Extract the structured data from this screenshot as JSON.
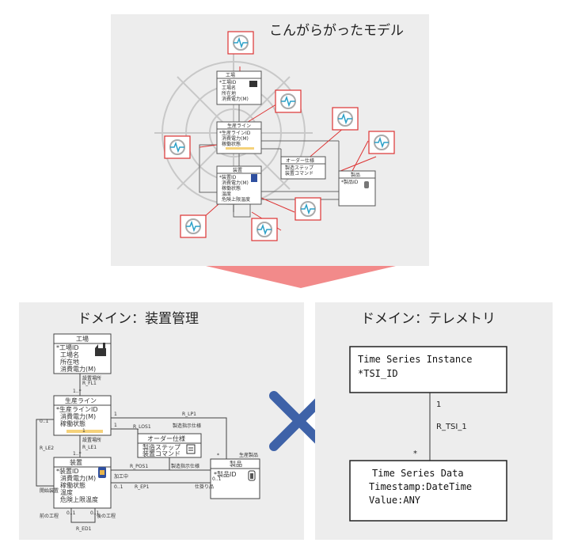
{
  "top": {
    "title": "こんがらがったモデル",
    "factory": {
      "name": "工場",
      "a1": "*工場ID",
      "a2": "工場名",
      "a3": "所在地",
      "a4": "消費電力(M)"
    },
    "line": {
      "name": "生産ライン",
      "a1": "*生産ラインID",
      "a2": "消費電力(M)",
      "a3": "稼働状態"
    },
    "device": {
      "name": "装置",
      "a1": "*装置ID",
      "a2": "消費電力(M)",
      "a3": "稼働状態",
      "a4": "温度",
      "a5": "危険上限温度"
    },
    "order": {
      "name": "オーダー仕様",
      "a1": "製造ステップ",
      "a2": "装置コマンド"
    },
    "product": {
      "name": "製品",
      "a1": "*製品ID"
    }
  },
  "left": {
    "title": "ドメイン：装置管理",
    "factory": {
      "name": "工場",
      "a1": "*工場ID",
      "a2": "工場名",
      "a3": "所在地",
      "a4": "消費電力(M)"
    },
    "line": {
      "name": "生産ライン",
      "a1": "*生産ラインID",
      "a2": "消費電力(M)",
      "a3": "稼働状態"
    },
    "device": {
      "name": "装置",
      "a1": "*装置ID",
      "a2": "消費電力(M)",
      "a3": "稼働状態",
      "a4": "温度",
      "a5": "危険上限温度"
    },
    "order": {
      "name": "オーダー仕様",
      "a1": "製造ステップ",
      "a2": "装置コマンド"
    },
    "product": {
      "name": "製品",
      "a1": "*製品ID"
    },
    "labels": {
      "r_fl1": "R_FL1",
      "location": "設置場所",
      "one": "1",
      "mult": "1..*",
      "r_lp1": "R_LP1",
      "r_los1": "R_LOS1",
      "r_le2": "R_LE2",
      "r_le1": "R_LE1",
      "r_pos1": "R_POS1",
      "r_ep1": "R_EP1",
      "r_ed1": "R_ED1",
      "zero_one": "0..1",
      "star": "*",
      "mfg_instr": "製造指示仕様",
      "product_mfg": "生産製品",
      "processing": "加工中",
      "work_target": "仕掛り品",
      "trigger_device": "開始装置",
      "prev_process": "前の工程",
      "next_process": "後の工程"
    }
  },
  "right": {
    "title": "ドメイン：テレメトリ",
    "tsi": {
      "l1": "Time Series Instance",
      "l2": "*TSI_ID"
    },
    "tsd": {
      "l1": "Time Series Data",
      "l2": "Timestamp:DateTime",
      "l3": "Value:ANY"
    },
    "rel": "R_TSI_1",
    "m1": "1",
    "m2": "*"
  },
  "colors": {
    "arrow": "#f28a8a",
    "cross": "#3e62a8",
    "telemetry_border": "#d33",
    "pulse": "#2aa0c8"
  }
}
